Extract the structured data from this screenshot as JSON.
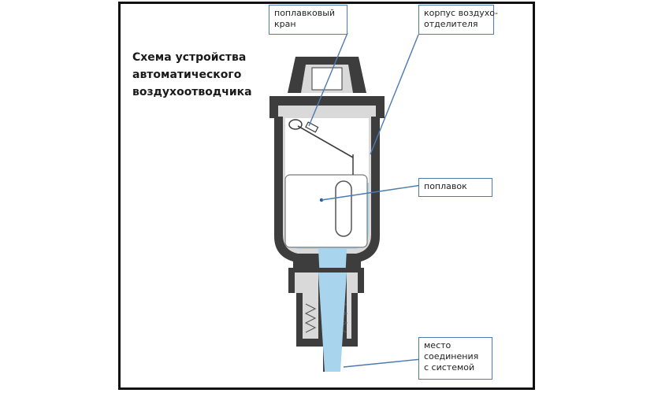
{
  "title": {
    "lines": [
      "Схема устройства",
      "автоматического",
      "воздухоотводчика"
    ]
  },
  "labels": {
    "float_valve": [
      "поплавковый",
      "кран"
    ],
    "housing": [
      "корпус воздухо-",
      "отделителя"
    ],
    "float": [
      "поплавок"
    ],
    "connection": [
      "место",
      "соединения",
      "с системой"
    ]
  },
  "colors": {
    "frame": "#111111",
    "body_dark": "#3d3d3d",
    "body_light": "#d9d9d9",
    "water": "#a8d4ee",
    "leader": "#4b7bb0"
  }
}
